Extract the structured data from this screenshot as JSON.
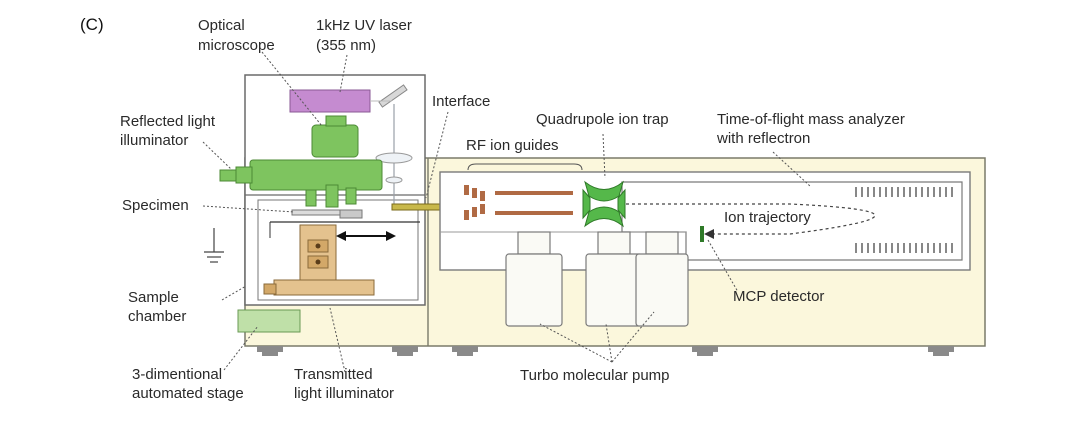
{
  "panel_label": "(C)",
  "labels": {
    "optical_microscope_1": "Optical",
    "optical_microscope_2": "microscope",
    "uv_laser_1": "1kHz  UV laser",
    "uv_laser_2": "(355 nm)",
    "interface": "Interface",
    "reflected_light_1": "Reflected light",
    "reflected_light_2": "illuminator",
    "rf_ion_guides": "RF ion guides",
    "quadrupole_ion_trap": "Quadrupole ion trap",
    "tof_1": "Time-of-flight mass analyzer",
    "tof_2": "with reflectron",
    "specimen": "Specimen",
    "ion_trajectory": "Ion trajectory",
    "sample_chamber_1": "Sample",
    "sample_chamber_2": "chamber",
    "mcp_detector": "MCP detector",
    "stage_1": "3-dimentional",
    "stage_2": "automated stage",
    "transmitted_1": "Transmitted",
    "transmitted_2": "light illuminator",
    "turbo_pump": "Turbo molecular pump"
  },
  "colors": {
    "cabinet": "#fbf7dc",
    "microscope_green": "#7ec45f",
    "laser_purple": "#c58bd0",
    "trap_green": "#55b84a",
    "ion_guide_brown": "#b06a44",
    "stage_tan": "#e4c28e",
    "pump_white": "#fafaf5"
  }
}
